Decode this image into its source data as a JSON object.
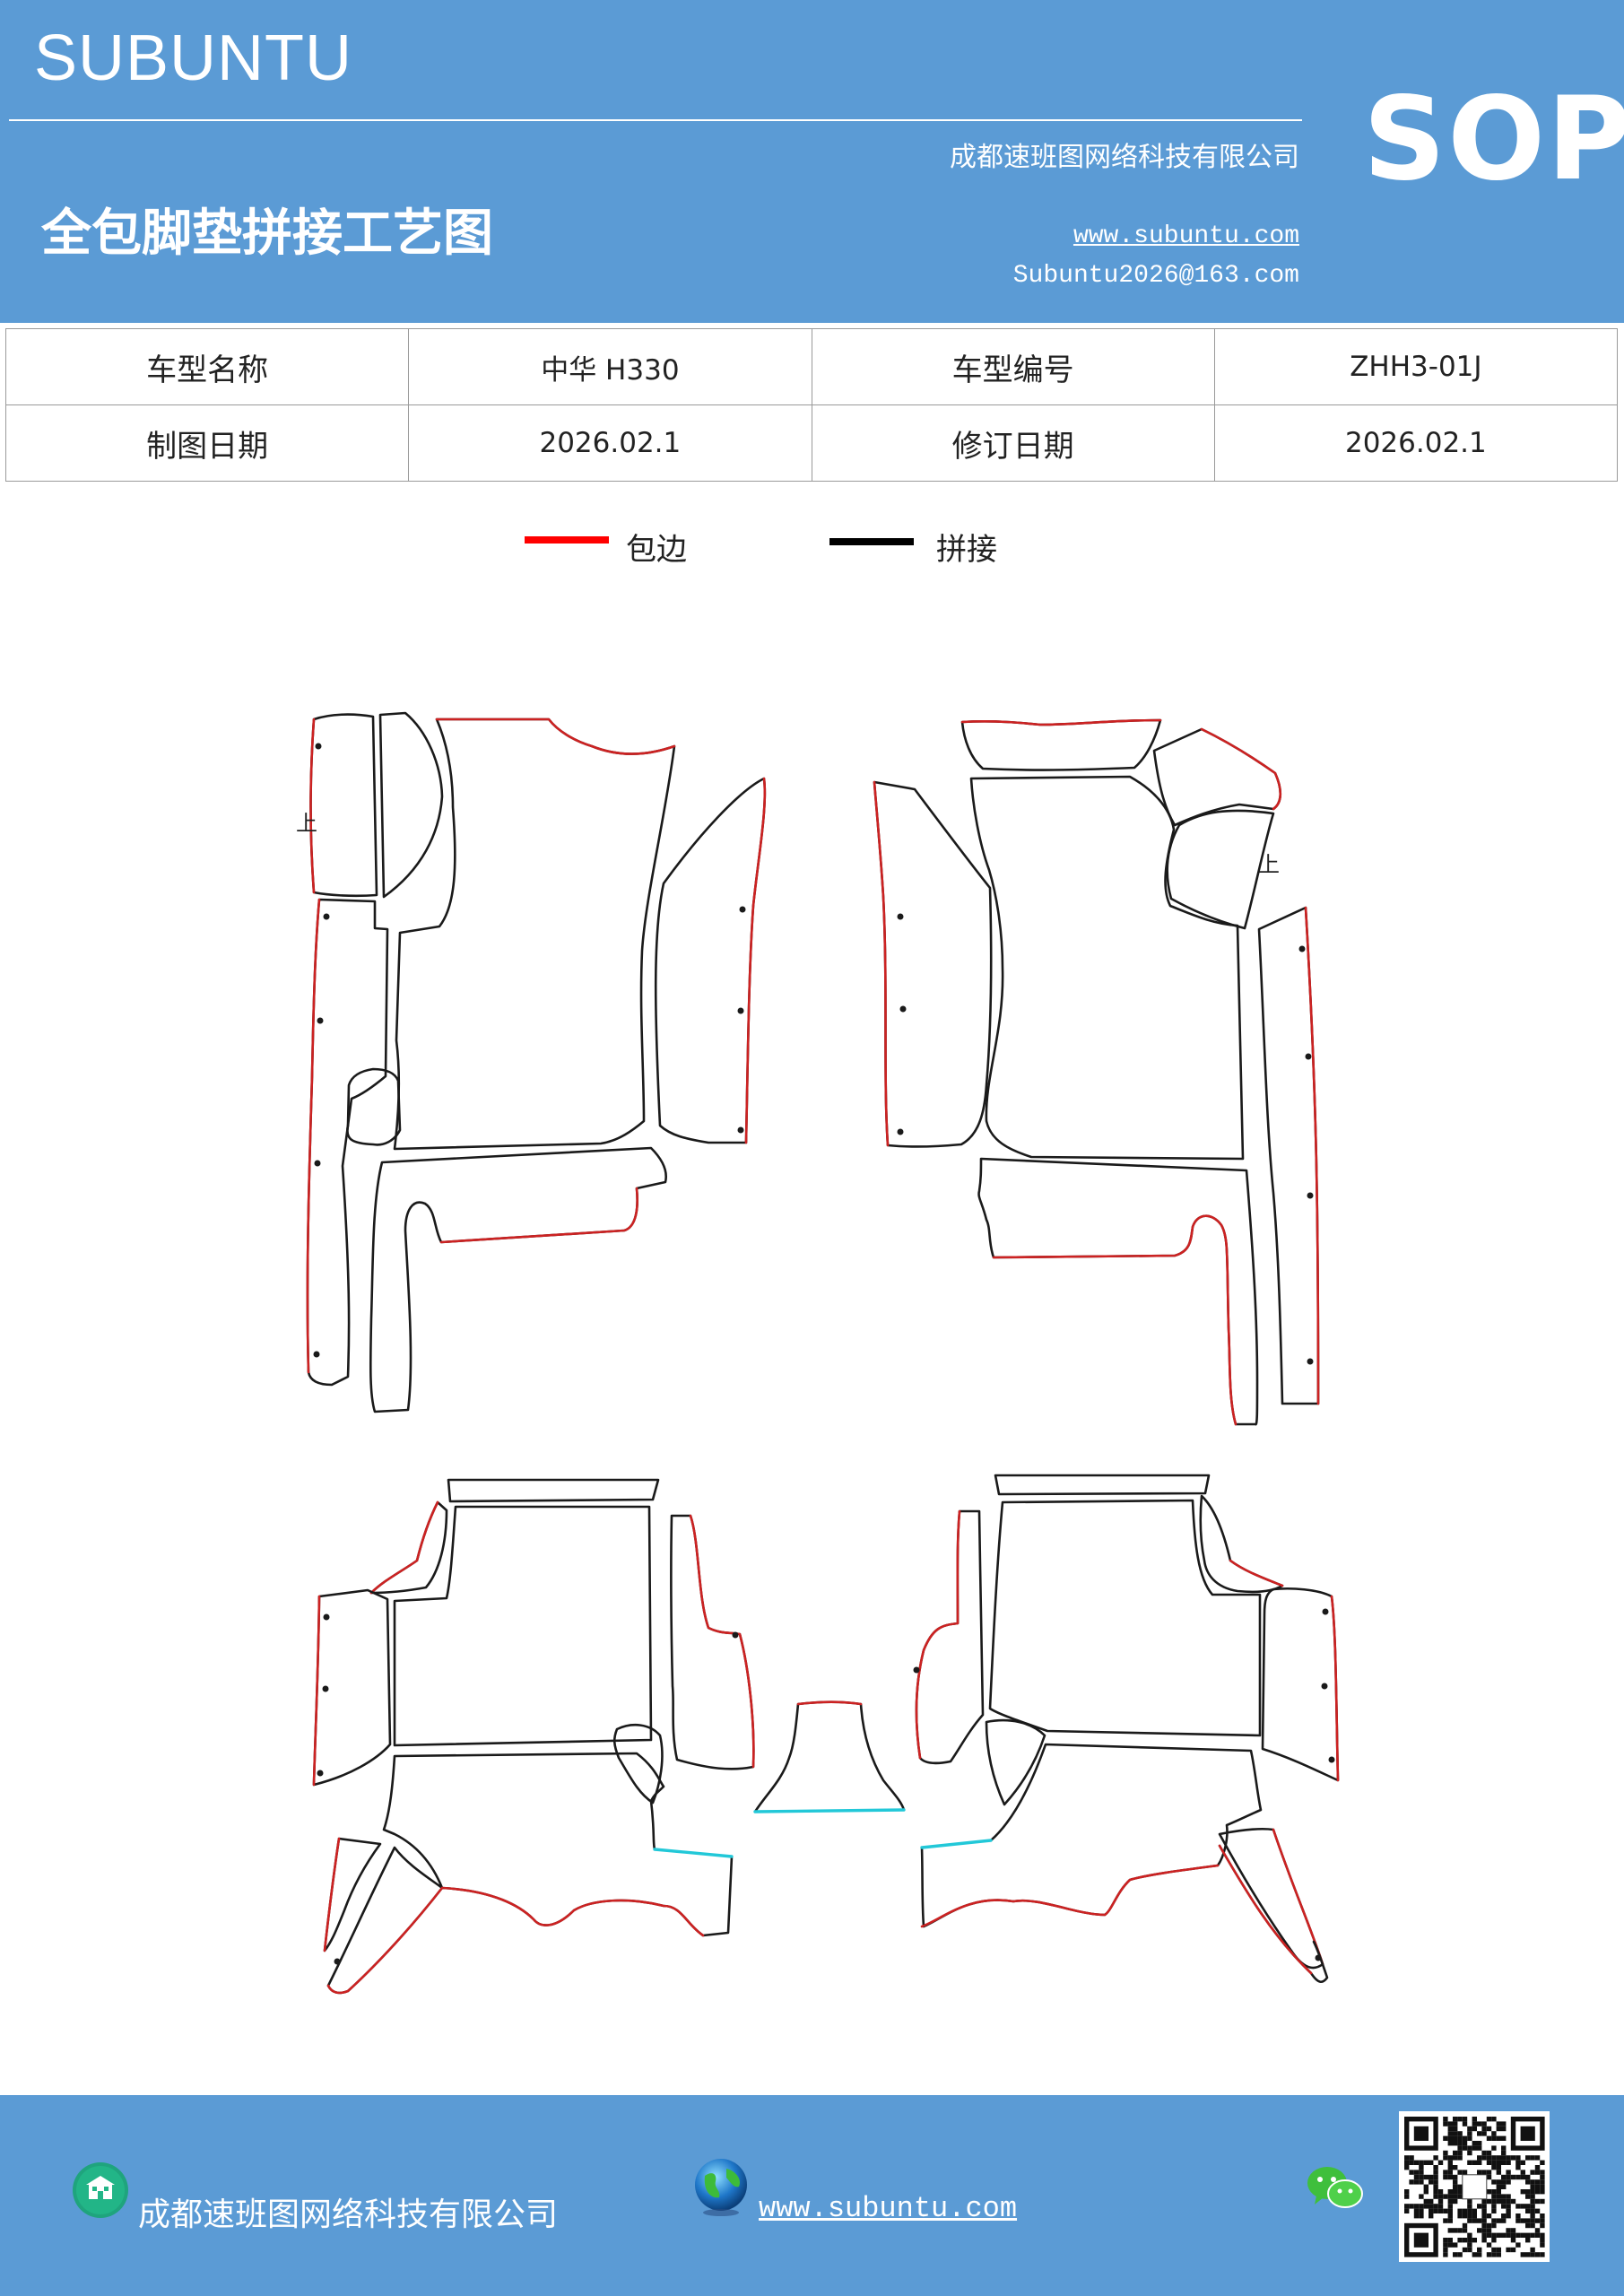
{
  "header": {
    "brand": "SUBUNTU",
    "doc_type": "SOP",
    "company": "成都速班图网络科技有限公司",
    "title": "全包脚垫拼接工艺图",
    "website": "www.subuntu.com",
    "email": "Subuntu2026@163.com",
    "background_color": "#5b9bd5"
  },
  "info_table": {
    "rows": [
      [
        "车型名称",
        "中华 H330",
        "车型编号",
        "ZHH3-01J"
      ],
      [
        "制图日期",
        "2026.02.1",
        "修订日期",
        "2026.02.1"
      ]
    ]
  },
  "legend": {
    "items": [
      {
        "label": "包边",
        "color": "#ff0000"
      },
      {
        "label": "拼接",
        "color": "#000000"
      }
    ]
  },
  "diagram": {
    "marks": [
      "上",
      "上"
    ],
    "edge_colors": {
      "binding": "#cc2222",
      "seam": "#1a1a1a",
      "accent": "#22c8d8"
    }
  },
  "footer": {
    "company": "成都速班图网络科技有限公司",
    "website": "www.subuntu.com",
    "icons": [
      "building-icon",
      "globe-icon",
      "wechat-icon",
      "qr-code"
    ]
  }
}
